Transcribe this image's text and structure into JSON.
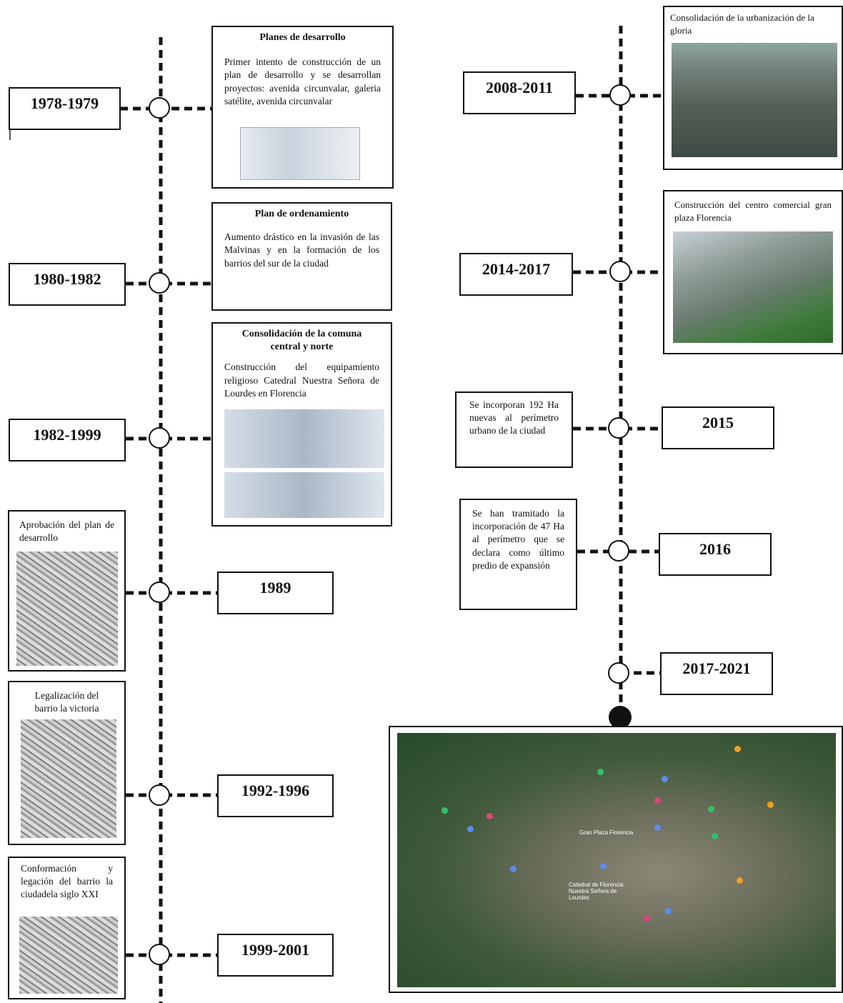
{
  "left_timeline": [
    {
      "year": "1978-1979",
      "title": "Planes de desarrollo",
      "text": "Primer intento de construcción de un plan de desarrollo y se desarrollan proyectos: avenida circunvalar, galeria satélite, avenida circunvalar"
    },
    {
      "year": "1980-1982",
      "title": "Plan de ordenamiento",
      "text": "Aumento drástico en la invasión de las Malvinas y en la formación de los barrios del sur de la ciudad"
    },
    {
      "year": "1982-1999",
      "title": "Consolidación de la comuna central y norte",
      "text": "Construcción del equipamiento religioso Catedral Nuestra Señora de Lourdes en Florencia"
    },
    {
      "year": "1989",
      "text": "Aprobación del plan de desarrollo"
    },
    {
      "year": "1992-1996",
      "text": "Legalización del barrio la victoria"
    },
    {
      "year": "1999-2001",
      "text": "Conformación y legación del barrio la ciudadela siglo XXI"
    }
  ],
  "right_timeline": [
    {
      "year": "2008-2011",
      "text": "Consolidación de la urbanización de la gloria"
    },
    {
      "year": "2014-2017",
      "text": "Construcción del centro comercial gran plaza Florencia"
    },
    {
      "year": "2015",
      "text": "Se incorporan 192 Ha nuevas al perímetro urbano de la ciudad"
    },
    {
      "year": "2016",
      "text": "Se han tramitado la incorporación de 47 Ha al perímetro que se declara como último predio de expansión"
    },
    {
      "year": "2017-2021"
    }
  ],
  "map_labels": [
    "Gran Plaza Florencia",
    "Catedral de Florencia Nuestra Señora de Lourdes"
  ],
  "colors": {
    "line": "#111111",
    "box_border": "#111111"
  }
}
